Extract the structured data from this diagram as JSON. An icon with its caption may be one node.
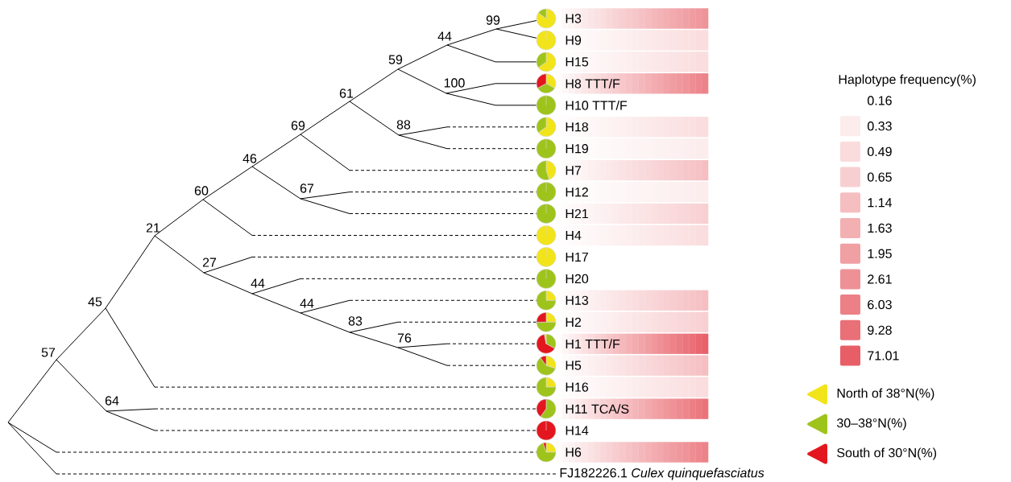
{
  "diagram": {
    "nodes": [
      {
        "text": [
          "57"
        ]
      },
      {
        "text": [
          "45"
        ]
      },
      {
        "text": [
          "21"
        ]
      },
      {
        "text": [
          "60"
        ]
      },
      {
        "text": [
          "46"
        ]
      },
      {
        "text": [
          "69"
        ]
      },
      {
        "text": [
          "61"
        ]
      },
      {
        "text": [
          "59"
        ]
      },
      {
        "text": [
          "44"
        ]
      },
      {
        "text": [
          "99"
        ]
      },
      {
        "text": [
          "100"
        ]
      },
      {
        "text": [
          "88"
        ]
      },
      {
        "text": [
          "67"
        ]
      },
      {
        "text": [
          "27"
        ]
      },
      {
        "text": [
          "44"
        ]
      },
      {
        "text": [
          "44"
        ]
      },
      {
        "text": [
          "83"
        ]
      },
      {
        "text": [
          "76"
        ]
      },
      {
        "text": [
          "64"
        ]
      },
      {
        "text": [
          "H3"
        ]
      },
      {
        "text": [
          "H9"
        ]
      },
      {
        "text": [
          "H15"
        ]
      },
      {
        "text": [
          "H8 TTT/F"
        ]
      },
      {
        "text": [
          "H10 TTT/F"
        ]
      },
      {
        "text": [
          "H18"
        ]
      },
      {
        "text": [
          "H19"
        ]
      },
      {
        "text": [
          "H7"
        ]
      },
      {
        "text": [
          "H12"
        ]
      },
      {
        "text": [
          "H21"
        ]
      },
      {
        "text": [
          "H4"
        ]
      },
      {
        "text": [
          "H17"
        ]
      },
      {
        "text": [
          "H20"
        ]
      },
      {
        "text": [
          "H13"
        ]
      },
      {
        "text": [
          "H2"
        ]
      },
      {
        "text": [
          "H1 TTT/F"
        ]
      },
      {
        "text": [
          "H5"
        ]
      },
      {
        "text": [
          "H16"
        ]
      },
      {
        "text": [
          "H11 TCA/S"
        ]
      },
      {
        "text": [
          "H14"
        ]
      },
      {
        "text": [
          "H6"
        ]
      },
      {
        "text": [
          "FJ182226.1 *Culex quinquefasciatus*"
        ]
      }
    ],
    "edges": [
      {
        "from": null,
        "to": 0,
        "arrow": "none"
      },
      {
        "from": 0,
        "to": 1,
        "arrow": "none"
      },
      {
        "from": 1,
        "to": 2,
        "arrow": "none"
      },
      {
        "from": 2,
        "to": 3,
        "arrow": "none"
      },
      {
        "from": 3,
        "to": 4,
        "arrow": "none"
      },
      {
        "from": 4,
        "to": 5,
        "arrow": "none"
      },
      {
        "from": 5,
        "to": 6,
        "arrow": "none"
      },
      {
        "from": 6,
        "to": 7,
        "arrow": "none"
      },
      {
        "from": 7,
        "to": 8,
        "arrow": "none"
      },
      {
        "from": 8,
        "to": 9,
        "arrow": "none"
      },
      {
        "from": 9,
        "to": 19,
        "arrow": "none"
      },
      {
        "from": 9,
        "to": 20,
        "arrow": "none"
      },
      {
        "from": 8,
        "to": 21,
        "arrow": "none"
      },
      {
        "from": 7,
        "to": 10,
        "arrow": "none"
      },
      {
        "from": 10,
        "to": 22,
        "arrow": "none"
      },
      {
        "from": 10,
        "to": 23,
        "arrow": "none"
      },
      {
        "from": 6,
        "to": 11,
        "arrow": "none"
      },
      {
        "from": 11,
        "to": 24,
        "arrow": "none",
        "style": "dashed"
      },
      {
        "from": 11,
        "to": 25,
        "arrow": "none",
        "style": "dashed"
      },
      {
        "from": 5,
        "to": 26,
        "arrow": "none",
        "style": "dashed"
      },
      {
        "from": 4,
        "to": 12,
        "arrow": "none"
      },
      {
        "from": 12,
        "to": 27,
        "arrow": "none",
        "style": "dashed"
      },
      {
        "from": 12,
        "to": 28,
        "arrow": "none",
        "style": "dashed"
      },
      {
        "from": 3,
        "to": 29,
        "arrow": "none",
        "style": "dashed"
      },
      {
        "from": 2,
        "to": 13,
        "arrow": "none"
      },
      {
        "from": 13,
        "to": 30,
        "arrow": "none",
        "style": "dashed"
      },
      {
        "from": 13,
        "to": 14,
        "arrow": "none"
      },
      {
        "from": 14,
        "to": 31,
        "arrow": "none",
        "style": "dashed"
      },
      {
        "from": 14,
        "to": 15,
        "arrow": "none"
      },
      {
        "from": 15,
        "to": 32,
        "arrow": "none",
        "style": "dashed"
      },
      {
        "from": 15,
        "to": 16,
        "arrow": "none"
      },
      {
        "from": 16,
        "to": 33,
        "arrow": "none",
        "style": "dashed"
      },
      {
        "from": 16,
        "to": 17,
        "arrow": "none"
      },
      {
        "from": 17,
        "to": 34,
        "arrow": "none",
        "style": "dashed"
      },
      {
        "from": 17,
        "to": 35,
        "arrow": "none",
        "style": "dashed"
      },
      {
        "from": 1,
        "to": 36,
        "arrow": "none",
        "style": "dashed"
      },
      {
        "from": 0,
        "to": 18,
        "arrow": "none"
      },
      {
        "from": 18,
        "to": 37,
        "arrow": "none",
        "style": "dashed"
      },
      {
        "from": 18,
        "to": 38,
        "arrow": "none",
        "style": "dashed"
      },
      {
        "from": null,
        "to": 39,
        "arrow": "none",
        "style": "dashed"
      },
      {
        "from": null,
        "to": 40,
        "arrow": "none",
        "style": "dashed"
      }
    ],
    "labels": [
      "Haplotype frequency(%)"
    ],
    "legend": [
      {
        "text": "0.16"
      },
      {
        "text": "0.33",
        "color": "#fcecec"
      },
      {
        "text": "0.49",
        "color": "#fadcdd"
      },
      {
        "text": "0.65",
        "color": "#f8cfd1"
      },
      {
        "text": "1.14",
        "color": "#f5bec1"
      },
      {
        "text": "1.63",
        "color": "#f2b0b3"
      },
      {
        "text": "1.95",
        "color": "#f09fa3"
      },
      {
        "text": "2.61",
        "color": "#ee9196"
      },
      {
        "text": "6.03",
        "color": "#ec8086"
      },
      {
        "text": "9.28",
        "color": "#ea7077"
      },
      {
        "text": "71.01",
        "color": "#e85e66"
      },
      {
        "text": "North of 38°N(%)",
        "color": "#f2e41b"
      },
      {
        "text": "30–38°N(%)",
        "color": "#9ec41b"
      },
      {
        "text": "South of 30°N(%)",
        "color": "#e3161f"
      }
    ]
  }
}
